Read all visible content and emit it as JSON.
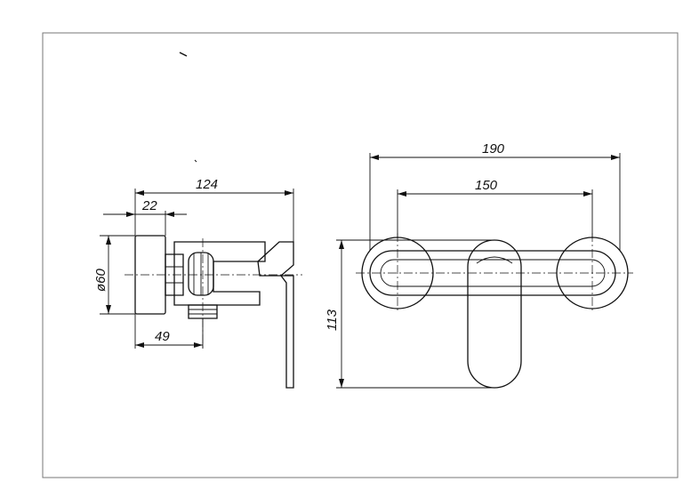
{
  "side_view": {
    "overall_length": "124",
    "plate_offset": "22",
    "diameter": "ø60",
    "outlet_offset": "49"
  },
  "front_view": {
    "overall_width": "190",
    "center_distance": "150",
    "height": "113"
  }
}
